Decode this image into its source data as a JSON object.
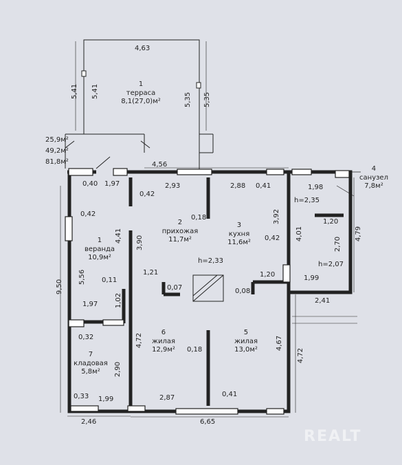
{
  "areas": {
    "line1": "25,9м²",
    "line2": "49,2м²",
    "line3": "81,8м²"
  },
  "rooms": [
    {
      "num": "1",
      "name": "терраса",
      "area": "8,1(27,0)м²"
    },
    {
      "num": "1",
      "name": "веранда",
      "area": "10,9м²"
    },
    {
      "num": "2",
      "name": "прихожая",
      "area": "11,7м²"
    },
    {
      "num": "3",
      "name": "кухня",
      "area": "11,6м²"
    },
    {
      "num": "4",
      "name": "санузел",
      "area": "7,8м²"
    },
    {
      "num": "5",
      "name": "жилая",
      "area": "13,0м²"
    },
    {
      "num": "6",
      "name": "жилая",
      "area": "12,9м²"
    },
    {
      "num": "7",
      "name": "кладовая",
      "area": "5,8м²"
    }
  ],
  "heights": [
    "h=2,35",
    "h=2,33",
    "h=2,07"
  ],
  "dims": {
    "t_top": "4,63",
    "t_l1": "5,41",
    "t_l2": "5,41",
    "t_r1": "5,35",
    "t_r2": "5,35",
    "d456": "4,56",
    "d040": "0,40",
    "d197a": "1,97",
    "d293": "2,93",
    "d288": "2,88",
    "d041a": "0,41",
    "d198": "1,98",
    "d042a": "0,42",
    "d042b": "0,42",
    "d018a": "0,18",
    "d392": "3,92",
    "d401": "4,01",
    "d120a": "1,20",
    "d479": "4,79",
    "d441": "4,41",
    "d390": "3,90",
    "d042c": "0,42",
    "d270": "2,70",
    "d950": "9,50",
    "d556": "5,56",
    "d011": "0,11",
    "d121": "1,21",
    "d007": "0,07",
    "d008": "0,08",
    "d120b": "1,20",
    "d199a": "1,99",
    "d102": "1,02",
    "d197b": "1,97",
    "d241": "2,41",
    "d032": "0,32",
    "d472a": "4,72",
    "d018b": "0,18",
    "d467": "4,67",
    "d472b": "4,72",
    "d290": "2,90",
    "d033": "0,33",
    "d199b": "1,99",
    "d287": "2,87",
    "d041b": "0,41",
    "d246": "2,46",
    "d665": "6,65"
  },
  "logo": "REALT"
}
